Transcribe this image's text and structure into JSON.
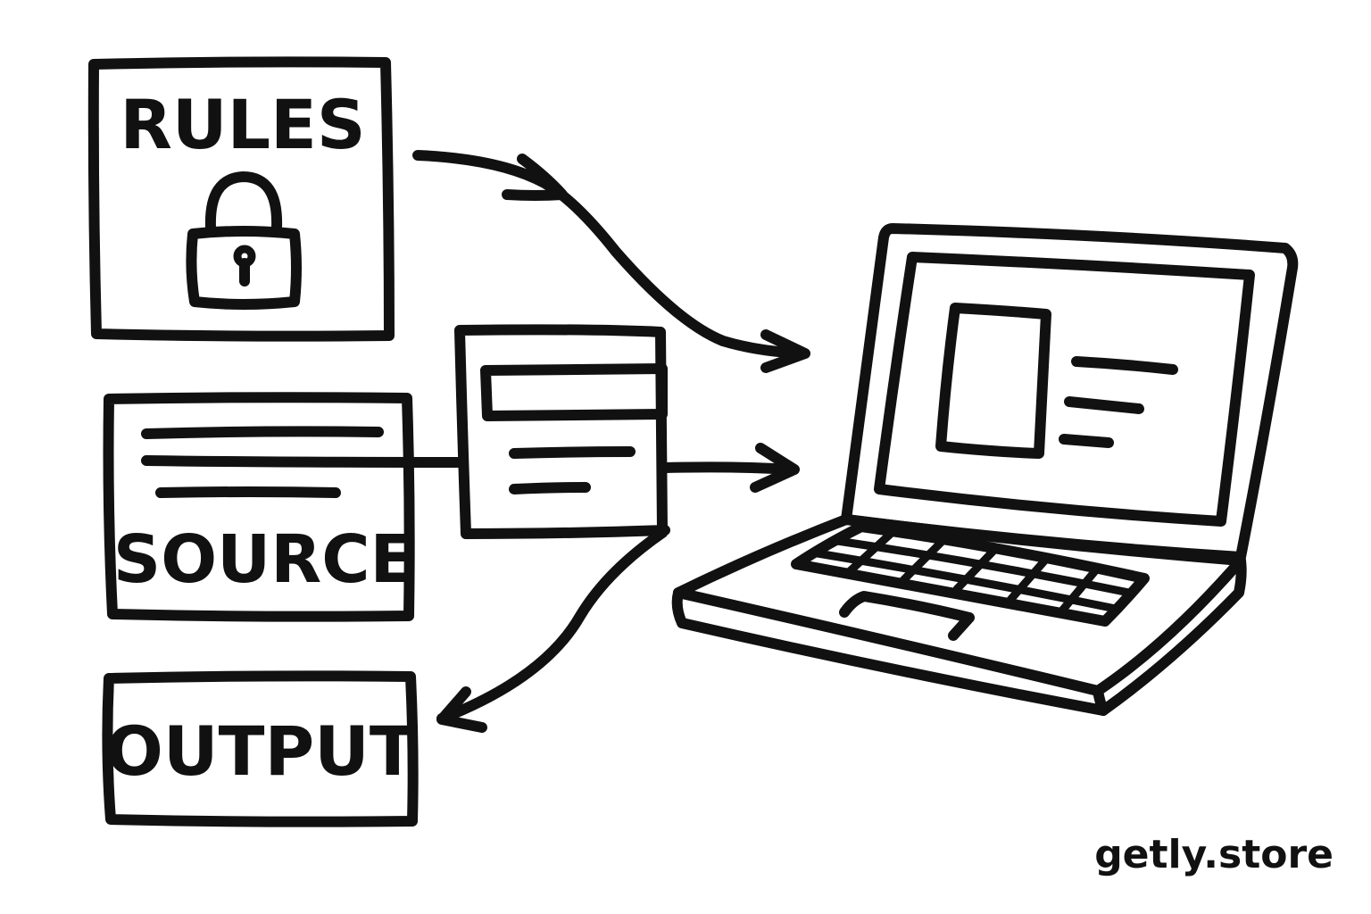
{
  "diagram": {
    "rules_label": "RULES",
    "source_label": "SOURCE",
    "output_label": "OUTPUT",
    "brand": "getly.store"
  },
  "colors": {
    "ink": "#111111",
    "background": "#ffffff"
  },
  "icons": [
    "lock-icon",
    "laptop-icon",
    "document-icon"
  ]
}
